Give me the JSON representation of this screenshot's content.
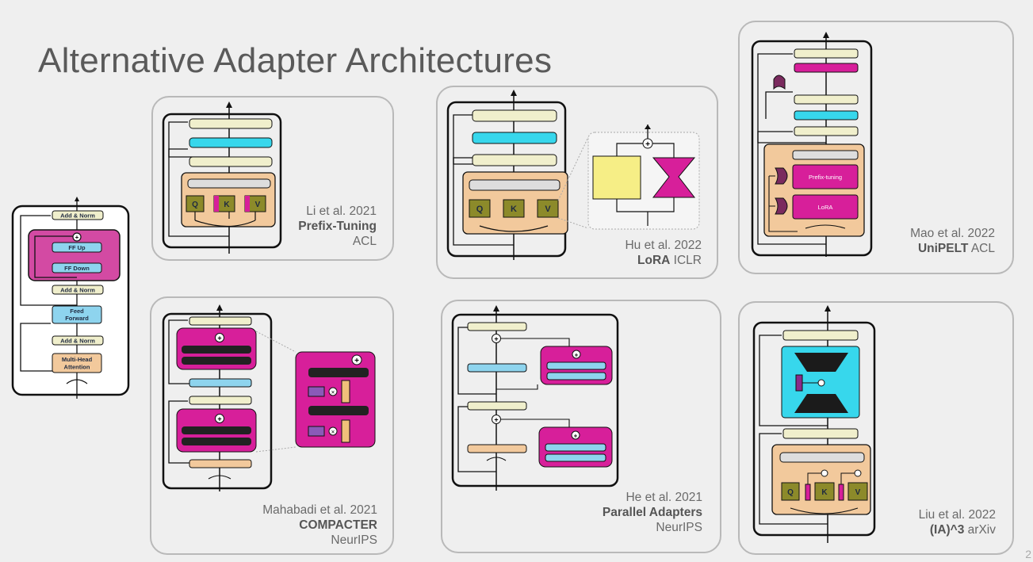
{
  "title": "Alternative Adapter Architectures",
  "colors": {
    "yellow": "#f0efcc",
    "cyan": "#37d7ec",
    "magenta": "#d71f9a",
    "attn_bg": "#f2c99c",
    "olive": "#8c8a2a",
    "lora_yellow": "#f6ee86",
    "dark": "#1e1e1e"
  },
  "base": {
    "add_norm_top": "Add & Norm",
    "ff_up": "FF Up",
    "ff_down": "FF Down",
    "add_norm_mid": "Add & Norm",
    "feed_forward_1": "Feed",
    "feed_forward_2": "Forward",
    "add_norm_bottom": "Add & Norm",
    "mha_1": "Multi-Head",
    "mha_2": "Attention"
  },
  "prefix": {
    "q": "Q",
    "k": "K",
    "v": "V",
    "author": "Li et al. 2021",
    "method": "Prefix-Tuning",
    "venue": "ACL"
  },
  "lora": {
    "q": "Q",
    "k": "K",
    "v": "V",
    "author": "Hu et al. 2022",
    "method": "LoRA",
    "venue": "ICLR"
  },
  "unipelt": {
    "prefix_label": "Prefix-tuning",
    "lora_label": "LoRA",
    "author": "Mao et al. 2022",
    "method": "UniPELT",
    "venue": "ACL"
  },
  "compacter": {
    "author": "Mahabadi et al. 2021",
    "method": "COMPACTER",
    "venue": "NeurIPS"
  },
  "parallel": {
    "author": "He et al. 2021",
    "method": "Parallel Adapters",
    "venue": "NeurIPS"
  },
  "ia3": {
    "q": "Q",
    "k": "K",
    "v": "V",
    "author": "Liu et al. 2022",
    "method": "(IA)^3",
    "venue": "arXiv"
  },
  "page_number": "2"
}
